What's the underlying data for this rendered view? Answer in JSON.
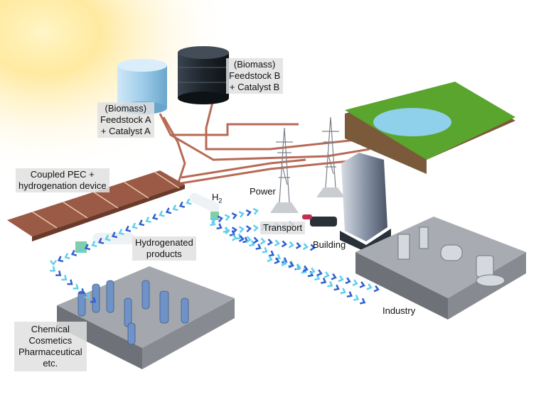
{
  "labels": {
    "feedstock_b": [
      "(Biomass)",
      "Feedstock B",
      "+ Catalyst B"
    ],
    "feedstock_a": [
      "(Biomass)",
      "Feedstock A",
      "+ Catalyst A"
    ],
    "pec_device": [
      "Coupled PEC +",
      "hydrogenation device"
    ],
    "h2": {
      "main": "H",
      "sub": "2"
    },
    "power": "Power",
    "transport": "Transport",
    "building": "Building",
    "hydrogenated_products": [
      "Hydrogenated",
      "products"
    ],
    "industry": "Industry",
    "applications": [
      "Chemical",
      "Cosmetics",
      "Pharmaceutical",
      "etc."
    ]
  },
  "colors": {
    "pipe": "#b86a55",
    "panel": "#9a5a45",
    "arrow_light": "#5fd0ec",
    "arrow_dark": "#2f5fd0",
    "grass": "#5aa52e",
    "lake": "#8fd0ea",
    "tank_a": "#a8d4ee",
    "tank_b": "#222a33"
  }
}
